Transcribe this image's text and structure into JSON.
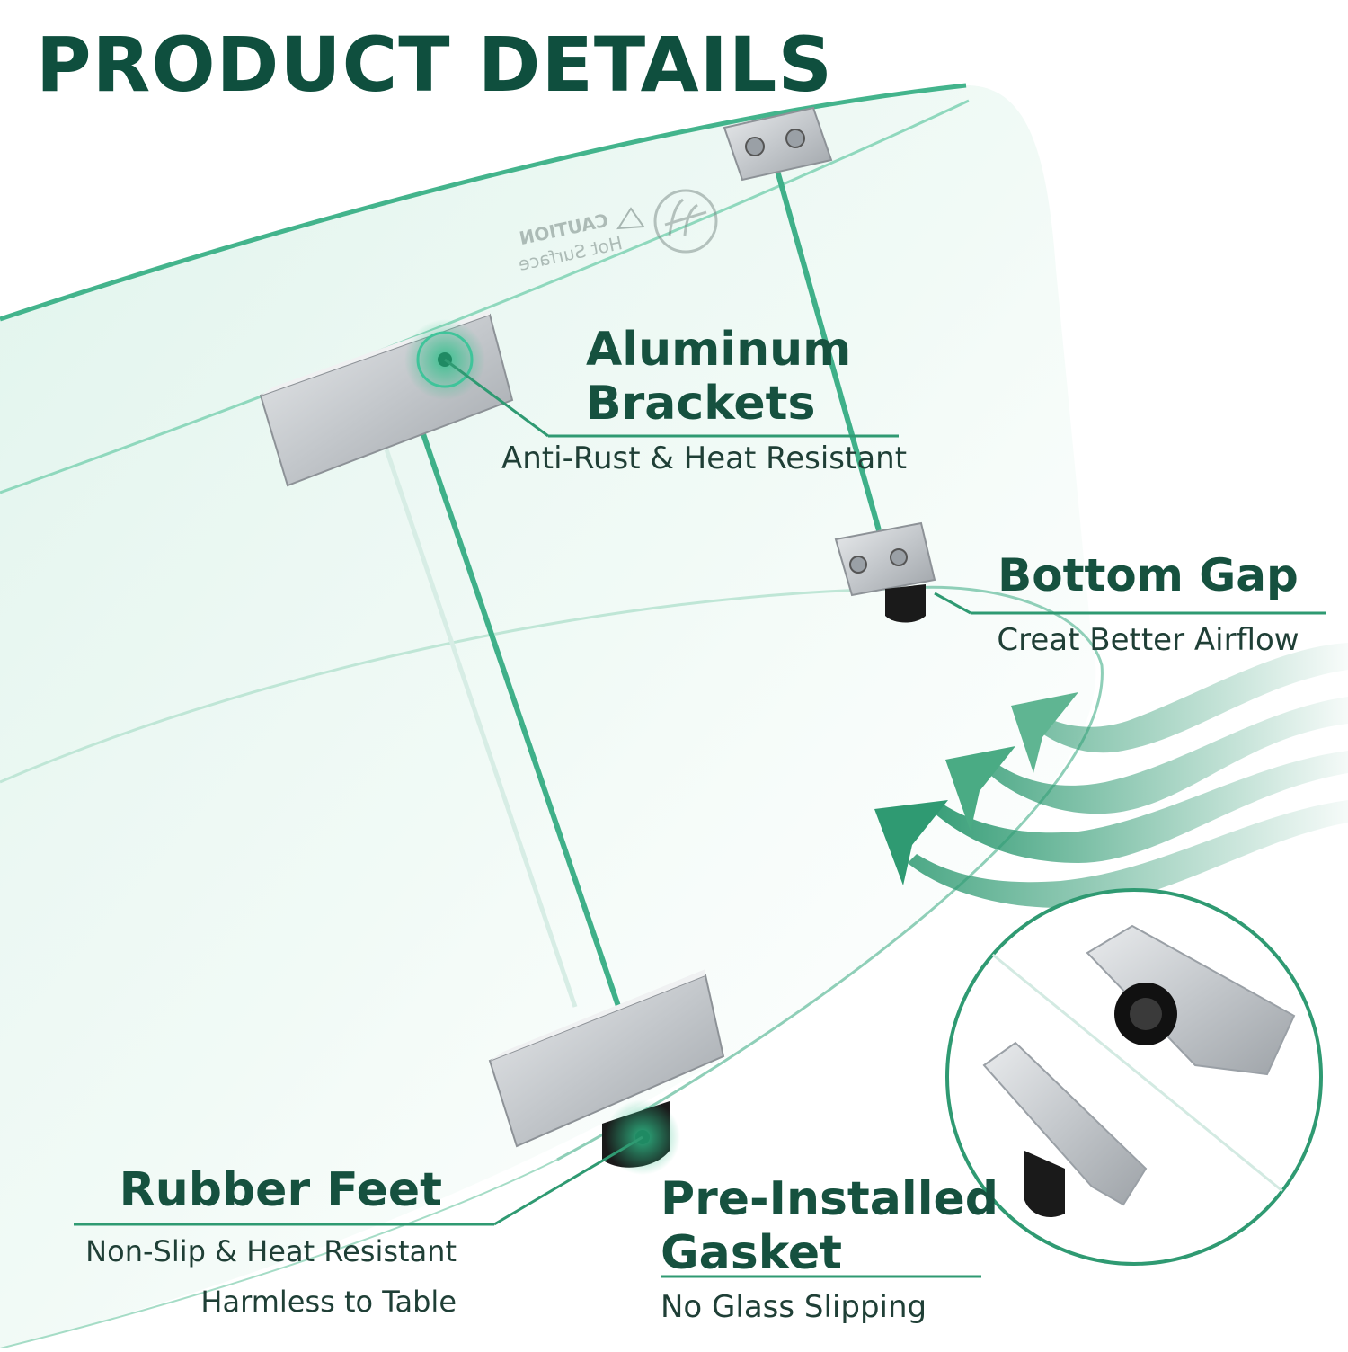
{
  "page": {
    "title": "PRODUCT DETAILS"
  },
  "caution_label": {
    "line1": "CAUTION",
    "line2": "Hot Surface"
  },
  "callouts": {
    "aluminum": {
      "title_line1": "Aluminum",
      "title_line2": "Brackets",
      "subtitle": "Anti-Rust & Heat Resistant"
    },
    "bottom_gap": {
      "title": "Bottom Gap",
      "subtitle": "Creat Better Airflow"
    },
    "rubber_feet": {
      "title": "Rubber Feet",
      "subtitle_line1": "Non-Slip & Heat Resistant",
      "subtitle_line2": "Harmless to Table"
    },
    "gasket": {
      "title_line1": "Pre-Installed",
      "title_line2": "Gasket",
      "subtitle": "No Glass Slipping"
    }
  },
  "colors": {
    "heading": "#0f4f3e",
    "accent": "#2f9a72",
    "glass_edge": "#43b48c",
    "bracket": "#c9cccf"
  },
  "icons": [
    "hand-burn-icon",
    "warning-triangle-icon",
    "airflow-arrows-icon"
  ]
}
